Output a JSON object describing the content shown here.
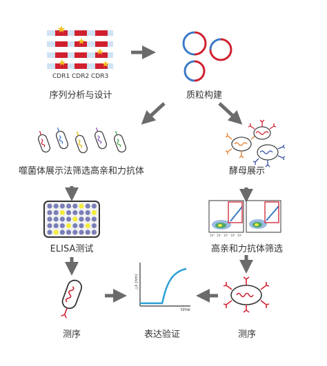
{
  "colors": {
    "arrow": "#6b6b6b",
    "red": "#d0202f",
    "blue": "#3a78c6",
    "light_blue": "#cfe3f4",
    "star": "#f3c21b",
    "purple_well": "#7a7fb8",
    "yellow_well": "#f4ec3a",
    "curve": "#2a9fd6"
  },
  "steps": {
    "sequence": "序列分析与设计",
    "plasmid": "质粒构建",
    "phage": "噬菌体展示法筛选高亲和力抗体",
    "yeast": "酵母展示",
    "elisa": "ELISA测试",
    "facs": "高亲和力抗体筛选",
    "seq_left": "测序",
    "expression": "表达验证",
    "seq_right": "测序"
  },
  "cdr_labels": [
    "CDR1",
    "CDR2",
    "CDR3"
  ],
  "expression_plot": {
    "ylabel": "△λ (nm)",
    "xlabel": "time"
  },
  "facs_axis_ticks": [
    "10⁰",
    "10¹",
    "10²",
    "10³",
    "10⁴"
  ]
}
